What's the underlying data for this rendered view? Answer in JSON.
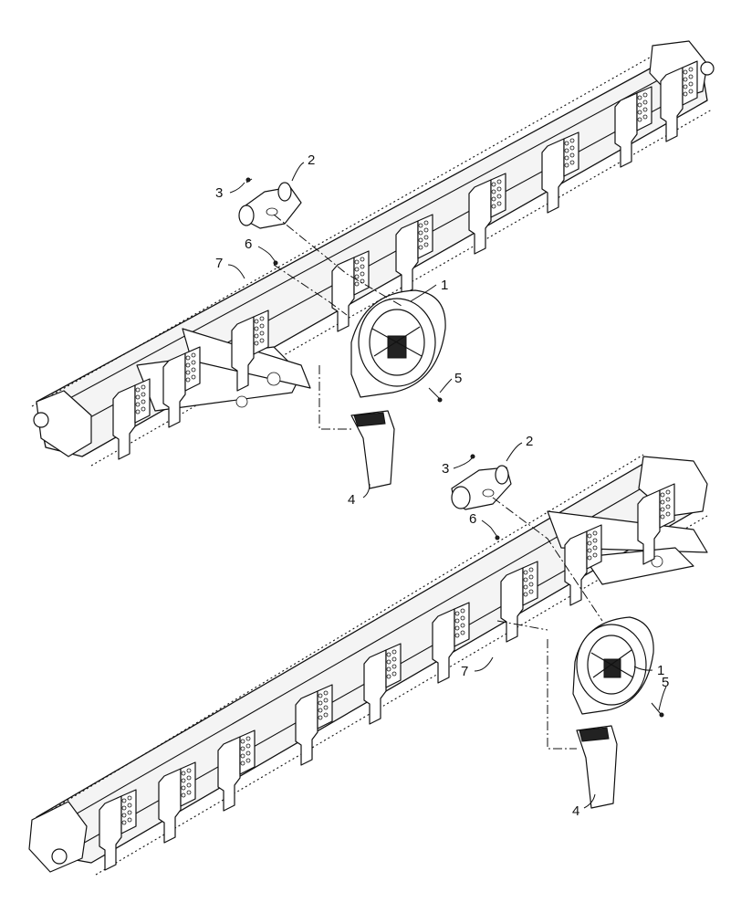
{
  "diagram": {
    "callouts_top": [
      "1",
      "2",
      "3",
      "4",
      "5",
      "6",
      "7"
    ],
    "callouts_bottom": [
      "1",
      "2",
      "3",
      "4",
      "5",
      "6",
      "7"
    ]
  }
}
